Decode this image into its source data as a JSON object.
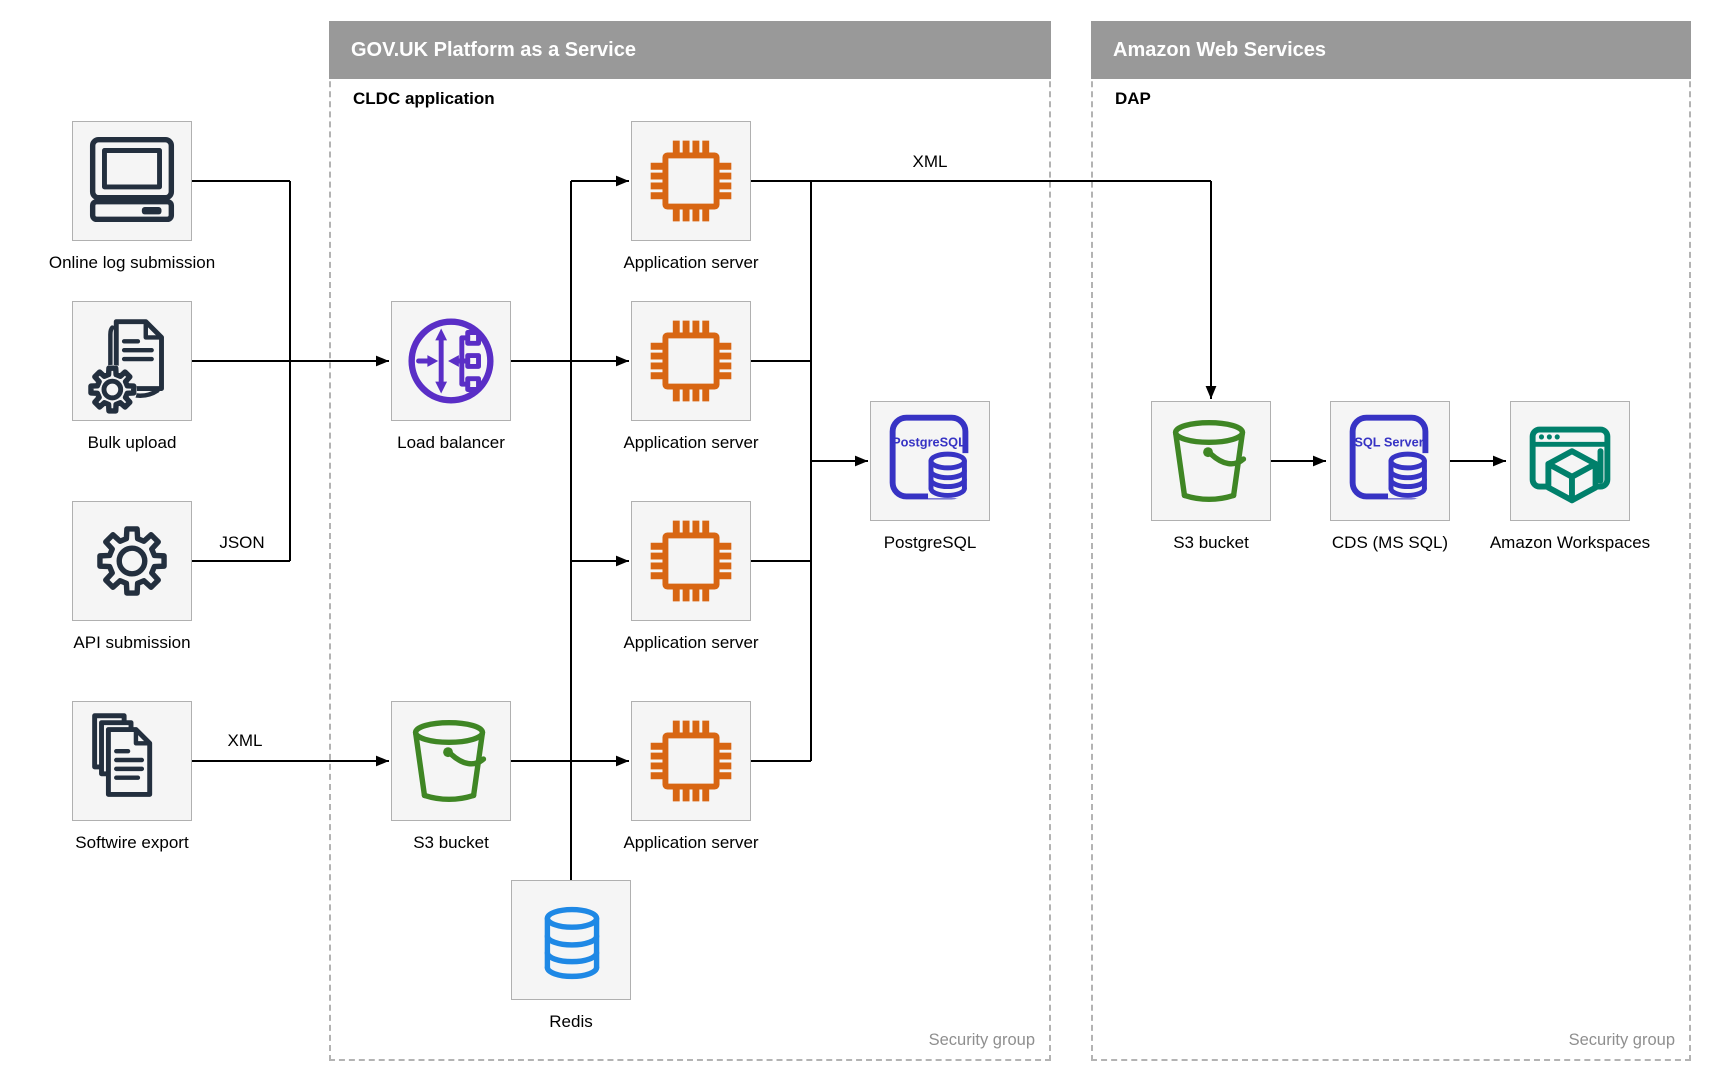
{
  "palette": {
    "header_gray": "#999999",
    "container_border": "#b3b3b3",
    "node_fill": "#f5f5f5",
    "node_border": "#b0b0b0",
    "connector": "#000000",
    "source_navy": "#232f3e",
    "compute_orange": "#d86613",
    "lb_purple": "#5a2ec6",
    "bucket_green": "#3f8624",
    "db_indigo": "#3733c4",
    "redis_blue": "#1e88e5",
    "workspaces_teal": "#00806b",
    "muted_text": "#8f8f8f"
  },
  "sources": {
    "online_log": {
      "label": "Online log submission",
      "icon": "desktop-computer-icon"
    },
    "bulk_upload": {
      "label": "Bulk upload",
      "icon": "document-gear-icon"
    },
    "api_submission": {
      "label": "API submission",
      "icon": "gear-icon"
    },
    "softwire_export": {
      "label": "Softwire export",
      "icon": "stacked-documents-icon"
    }
  },
  "paas": {
    "title": "GOV.UK Platform as a Service",
    "sublabel": "CLDC application",
    "footer": "Security group",
    "nodes": {
      "load_balancer": {
        "label": "Load balancer",
        "icon": "load-balancer-icon"
      },
      "app_server_1": {
        "label": "Application server",
        "icon": "chip-icon"
      },
      "app_server_2": {
        "label": "Application server",
        "icon": "chip-icon"
      },
      "app_server_3": {
        "label": "Application server",
        "icon": "chip-icon"
      },
      "app_server_4": {
        "label": "Application server",
        "icon": "chip-icon"
      },
      "s3_bucket": {
        "label": "S3 bucket",
        "icon": "bucket-icon"
      },
      "redis": {
        "label": "Redis",
        "icon": "database-cylinder-icon"
      },
      "postgresql": {
        "label": "PostgreSQL",
        "icon": "postgresql-icon",
        "icon_text": "PostgreSQL"
      }
    }
  },
  "aws": {
    "title": "Amazon Web Services",
    "sublabel": "DAP",
    "footer": "Security group",
    "nodes": {
      "s3_bucket": {
        "label": "S3 bucket",
        "icon": "bucket-icon"
      },
      "cds": {
        "label": "CDS (MS SQL)",
        "icon": "sql-server-icon",
        "icon_text": "SQL Server"
      },
      "workspaces": {
        "label": "Amazon Workspaces",
        "icon": "browser-cube-icon"
      }
    }
  },
  "edge_labels": {
    "api_to_lb": "JSON",
    "softwire_to_s3": "XML",
    "app_to_dap": "XML"
  }
}
